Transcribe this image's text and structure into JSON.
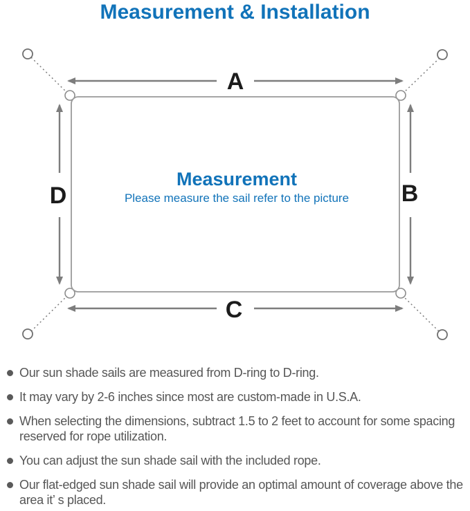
{
  "colors": {
    "accent_blue": "#1173b9",
    "diagram_gray": "#7d7d7d",
    "label_black": "#1c1c1c",
    "text_gray": "#565656",
    "bullet_gray": "#5a5a5a"
  },
  "title": "Measurement & Installation",
  "diagram": {
    "side_labels": {
      "top": "A",
      "right": "B",
      "bottom": "C",
      "left": "D"
    },
    "center_title": "Measurement",
    "center_subtitle": "Please measure the sail refer to the picture"
  },
  "bullets": [
    "Our sun shade sails are measured from D-ring to D-ring.",
    "It may vary by 2-6 inches since most are custom-made in U.S.A.",
    "When selecting the dimensions, subtract 1.5 to 2 feet to account for some spacing reserved for rope utilization.",
    "You can adjust the sun shade sail with the included rope.",
    "Our flat-edged sun shade sail will provide an optimal amount of coverage above the area it’ s placed."
  ]
}
